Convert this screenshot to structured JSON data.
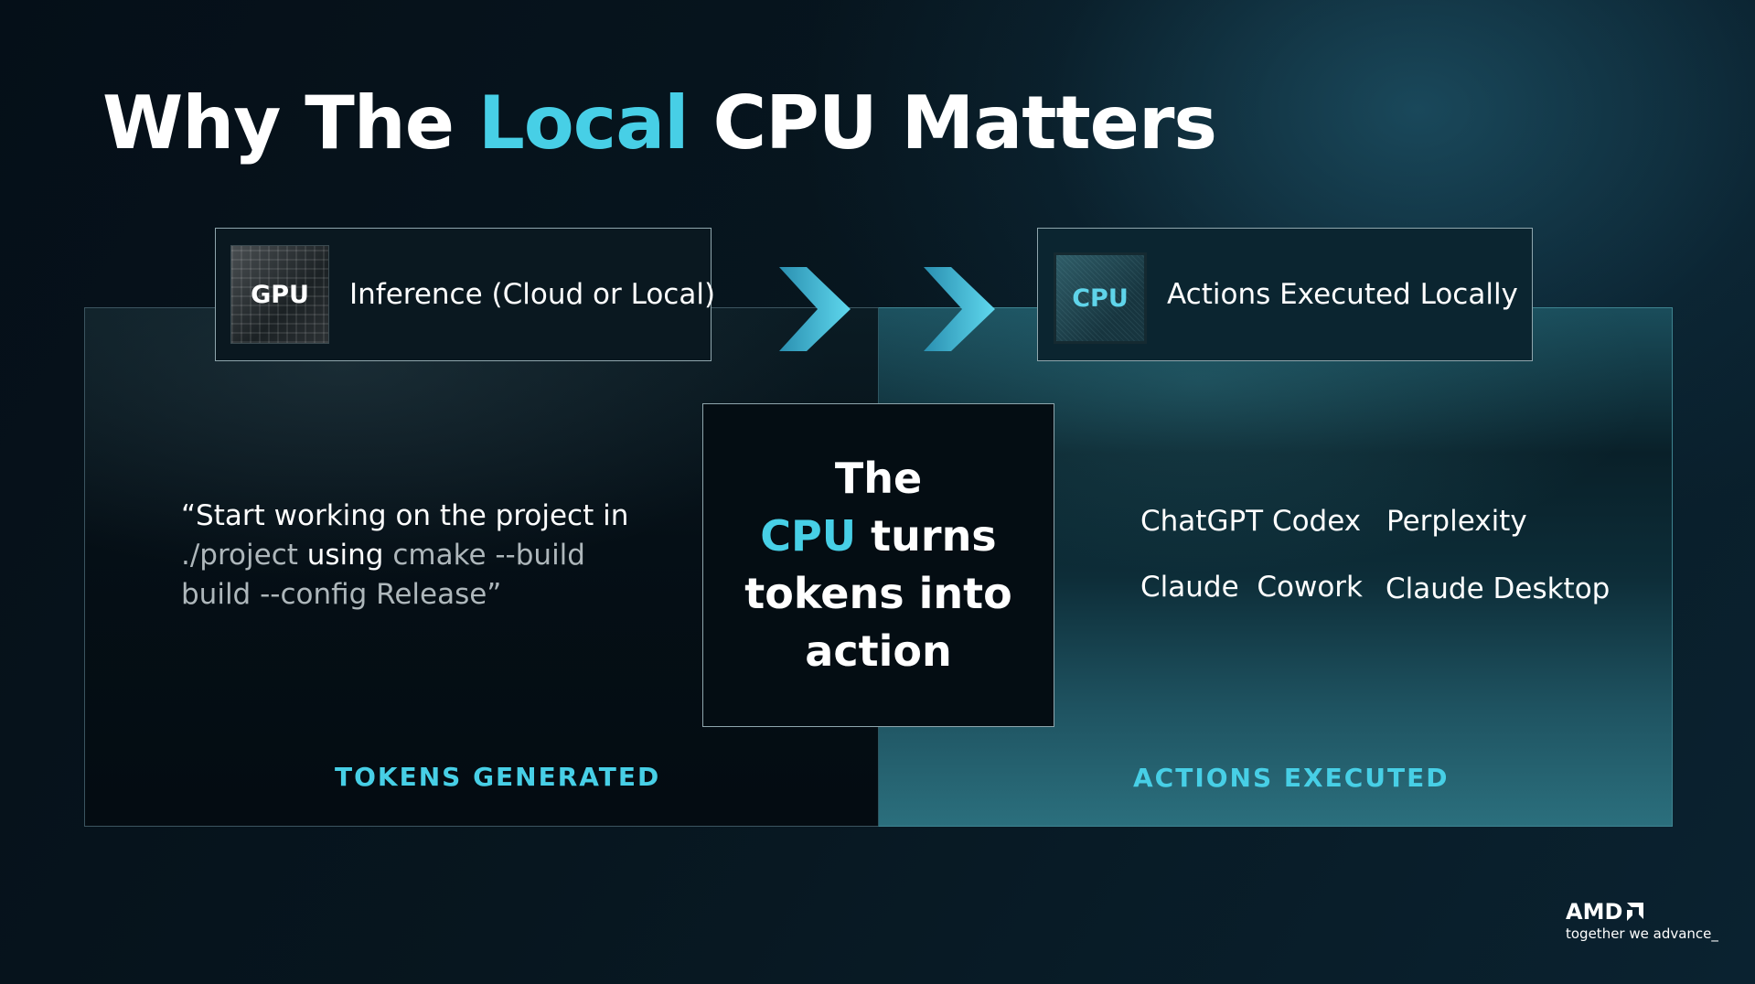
{
  "title": {
    "part1": "Why The ",
    "accent": "Local",
    "part2": " CPU Matters"
  },
  "gpu_box": {
    "chip_label": "GPU",
    "label": "Inference (Cloud or Local)"
  },
  "cpu_box": {
    "chip_label": "CPU",
    "label": "Actions Executed Locally"
  },
  "center": {
    "line1": "The",
    "line2_accent": "CPU",
    "line2_rest": " turns",
    "line3": "tokens into",
    "line4": "action"
  },
  "quote": {
    "open": "“Start working on the project in",
    "path": "./project",
    "using": "using",
    "cmd1": "cmake --build",
    "cmd2": "build --config Release”"
  },
  "tools": [
    "ChatGPT Codex",
    "Perplexity",
    "Claude  Cowork",
    "Claude Desktop"
  ],
  "left_footer": "TOKENS GENERATED",
  "right_footer": "ACTIONS EXECUTED",
  "logo": {
    "brand": "AMD",
    "tagline": "together we advance_"
  },
  "colors": {
    "accent": "#47cfe6",
    "background": "#07161f"
  }
}
